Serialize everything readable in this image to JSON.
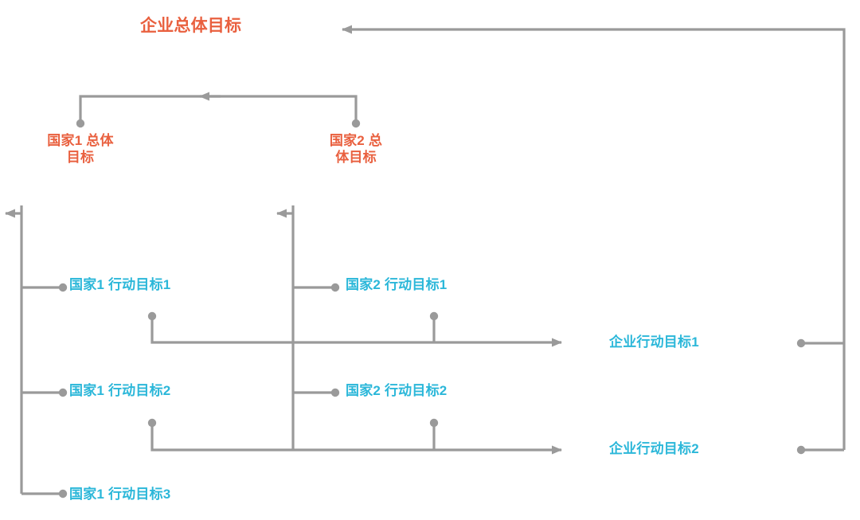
{
  "diagram": {
    "title_text": "企业总体目标",
    "colors": {
      "goal_red": "#e9603f",
      "action_blue": "#2bb7d9",
      "connector_gray": "#9a9a9a"
    },
    "nodes": {
      "corporate_overall_goal": "企业总体目标",
      "country1_overall_goal": "国家1 总体\n目标",
      "country2_overall_goal": "国家2 总\n体目标",
      "country1_action_goal_1": "国家1 行动目标1",
      "country1_action_goal_2": "国家1 行动目标2",
      "country1_action_goal_3": "国家1 行动目标3",
      "country2_action_goal_1": "国家2 行动目标1",
      "country2_action_goal_2": "国家2 行动目标2",
      "corporate_action_goal_1": "企业行动目标1",
      "corporate_action_goal_2": "企业行动目标2"
    }
  }
}
